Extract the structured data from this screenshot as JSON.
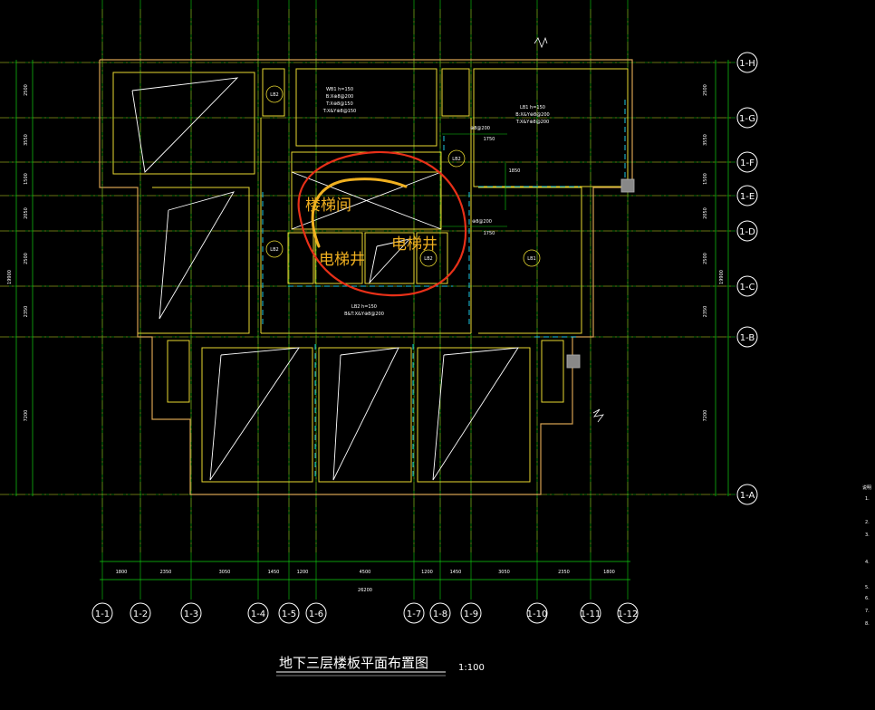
{
  "drawing": {
    "title": "地下三层楼板平面布置图",
    "scale": "1:100"
  },
  "colors": {
    "background": "#000000",
    "axis": "#ff2020",
    "dimension": "#10d010",
    "wall": "#e8d830",
    "dashed": "#20c8e0",
    "outline": "#d4a050",
    "annotation": "#f0b020",
    "circle": "#e83018",
    "white": "#ffffff"
  },
  "axes": {
    "vertical": [
      "1-1",
      "1-2",
      "1-3",
      "1-4",
      "1-5",
      "1-6",
      "1-7",
      "1-8",
      "1-9",
      "1-10",
      "1-11",
      "1-12"
    ],
    "horizontal": [
      "1-H",
      "1-G",
      "1-F",
      "1-E",
      "1-D",
      "1-C",
      "1-B",
      "1-A"
    ]
  },
  "dimensions": {
    "bottom_spans": [
      "1800",
      "2350",
      "3050",
      "1450",
      "1200",
      "4500",
      "1200",
      "1450",
      "3050",
      "2350",
      "1800"
    ],
    "bottom_total": "26200",
    "left_spans": [
      "2500",
      "3550",
      "1500",
      "2050",
      "2500",
      "2350",
      "7200"
    ],
    "left_total": "19900",
    "right_spans": [
      "2500",
      "3550",
      "1500",
      "2050",
      "2500",
      "2350",
      "7200"
    ],
    "right_total": "19900"
  },
  "slabs": {
    "lb1_label": "LB1",
    "lb2_label": "LB2",
    "lb2_small_label": "LB2",
    "wb1_text": [
      "WB1 h=150",
      "B:X⊕8@200",
      "T:X⊕8@150",
      "T:X&Y⊕8@150"
    ],
    "lb1_text": [
      "LB1 h=150",
      "B:X&Y⊕8@200",
      "T:X&Y⊕8@200"
    ],
    "lb2_text": [
      "LB2 h=150",
      "B&T:X&Y⊕8@200"
    ],
    "small_dims": [
      "⊕8@200",
      "1750",
      "⊕8@200",
      "1750",
      "1850"
    ]
  },
  "annotations": {
    "stair_room": "楼梯间",
    "elevator_shaft_left": "电梯井",
    "elevator_shaft_right": "电梯井"
  },
  "notes": {
    "header": "说明",
    "items": [
      "1.",
      "2.",
      "3.",
      "4.",
      "5.",
      "6.",
      "7.",
      "8."
    ]
  }
}
